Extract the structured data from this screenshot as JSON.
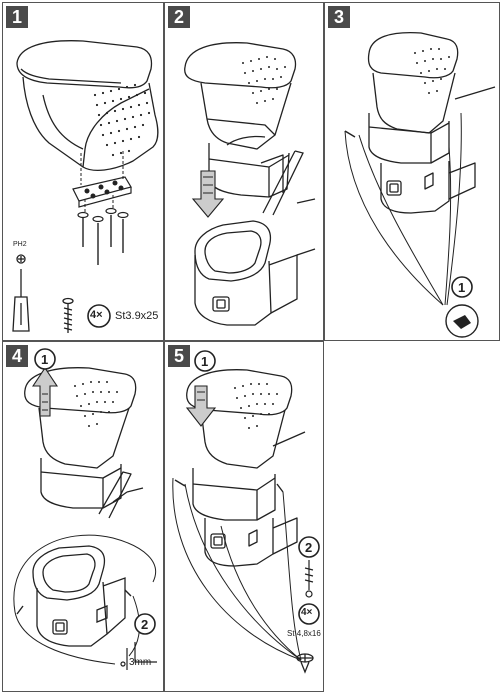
{
  "panels": [
    {
      "number": "1"
    },
    {
      "number": "2"
    },
    {
      "number": "3"
    },
    {
      "number": "4"
    },
    {
      "number": "5"
    }
  ],
  "panel1": {
    "screwdriver_label": "PH2",
    "quantity_badge": "4×",
    "screw_spec": "St3.9x25"
  },
  "panel2": {},
  "panel3": {
    "step_badge": "1"
  },
  "panel4": {
    "step_badge_1": "1",
    "step_badge_2": "2",
    "dimension": "3mm"
  },
  "panel5": {
    "step_badge_1": "1",
    "step_badge_2": "2",
    "quantity_badge": "4×",
    "screw_spec": "St 4,8x16"
  },
  "colors": {
    "line": "#222222",
    "arrow_fill": "#cccccc",
    "badge_bg": "#4a4a4a",
    "badge_text": "#ffffff"
  }
}
